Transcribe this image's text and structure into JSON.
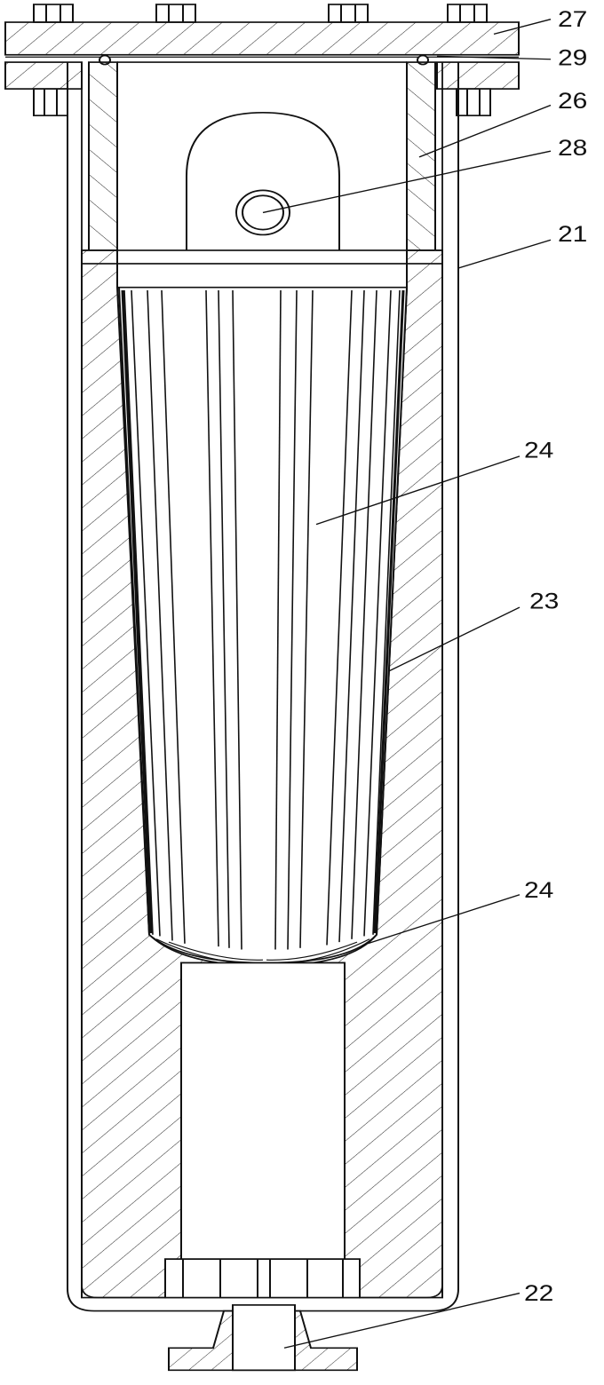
{
  "figure": {
    "labels": {
      "l27": "27",
      "l29": "29",
      "l26": "26",
      "l28": "28",
      "l21": "21",
      "l24a": "24",
      "l23": "23",
      "l24b": "24",
      "l22": "22"
    },
    "parts": {
      "cover": "27",
      "seal_ring": "29",
      "inner_sleeve": "26",
      "outlet_pipe": "28",
      "housing": "21",
      "filter_element": "24",
      "liner": "23",
      "inlet_nozzle": "22"
    },
    "colors": {
      "line": "#111111",
      "background": "#ffffff"
    }
  }
}
